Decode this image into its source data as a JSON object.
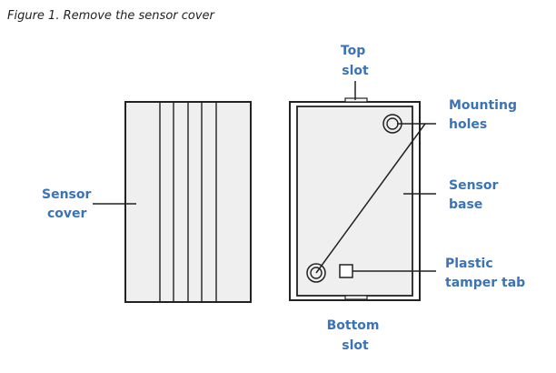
{
  "figure": {
    "caption": "Figure 1.   Remove the sensor cover"
  },
  "labels": {
    "sensor_cover": [
      "Sensor",
      "cover"
    ],
    "top_slot": [
      "Top",
      "slot"
    ],
    "mounting_holes": [
      "Mounting",
      "holes"
    ],
    "sensor_base": [
      "Sensor",
      "base"
    ],
    "plastic_tamper_tab": [
      "Plastic",
      "tamper tab"
    ],
    "bottom_slot": [
      "Bottom",
      "slot"
    ]
  },
  "colors": {
    "label_blue": "#3a73b8",
    "line": "#222222",
    "fill_gray": "#efefef"
  }
}
